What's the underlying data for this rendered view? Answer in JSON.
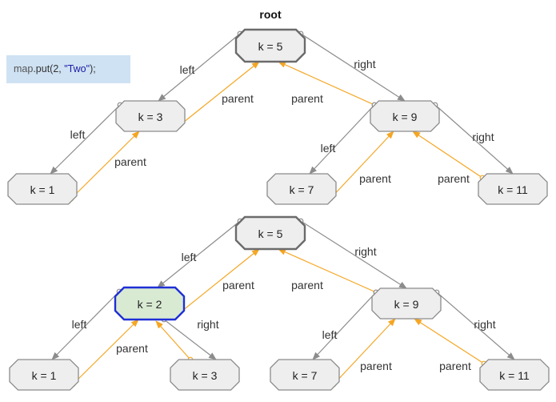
{
  "title": "root",
  "code": {
    "object": "map",
    "method": ".put(2, ",
    "arg_string": "\"Two\"",
    "suffix": ");"
  },
  "colors": {
    "child_edge": "#8c8c8c",
    "parent_edge": "#f5a623",
    "highlight_border": "#1f2fd6",
    "highlight_fill": "#d9ead3",
    "code_bg": "#cfe2f3"
  },
  "edge_labels": {
    "left": "left",
    "right": "right",
    "parent": "parent"
  },
  "trees": [
    {
      "id": "before",
      "nodes": [
        {
          "id": "b5",
          "label": "k = 5",
          "style": "root"
        },
        {
          "id": "b3",
          "label": "k = 3",
          "style": "normal"
        },
        {
          "id": "b9",
          "label": "k = 9",
          "style": "normal"
        },
        {
          "id": "b1",
          "label": "k = 1",
          "style": "normal"
        },
        {
          "id": "b7",
          "label": "k = 7",
          "style": "normal"
        },
        {
          "id": "b11",
          "label": "k = 11",
          "style": "normal"
        }
      ],
      "edges": [
        {
          "from": "b5",
          "to": "b3",
          "side": "left"
        },
        {
          "from": "b5",
          "to": "b9",
          "side": "right"
        },
        {
          "from": "b3",
          "to": "b1",
          "side": "left"
        },
        {
          "from": "b9",
          "to": "b7",
          "side": "left"
        },
        {
          "from": "b9",
          "to": "b11",
          "side": "right"
        }
      ]
    },
    {
      "id": "after",
      "nodes": [
        {
          "id": "a5",
          "label": "k = 5",
          "style": "root"
        },
        {
          "id": "a2",
          "label": "k = 2",
          "style": "highlight"
        },
        {
          "id": "a9",
          "label": "k = 9",
          "style": "normal"
        },
        {
          "id": "a1",
          "label": "k = 1",
          "style": "normal"
        },
        {
          "id": "a3",
          "label": "k = 3",
          "style": "normal"
        },
        {
          "id": "a7",
          "label": "k = 7",
          "style": "normal"
        },
        {
          "id": "a11",
          "label": "k = 11",
          "style": "normal"
        }
      ],
      "edges": [
        {
          "from": "a5",
          "to": "a2",
          "side": "left"
        },
        {
          "from": "a5",
          "to": "a9",
          "side": "right"
        },
        {
          "from": "a2",
          "to": "a1",
          "side": "left"
        },
        {
          "from": "a2",
          "to": "a3",
          "side": "right"
        },
        {
          "from": "a9",
          "to": "a7",
          "side": "left"
        },
        {
          "from": "a9",
          "to": "a11",
          "side": "right"
        }
      ]
    }
  ]
}
